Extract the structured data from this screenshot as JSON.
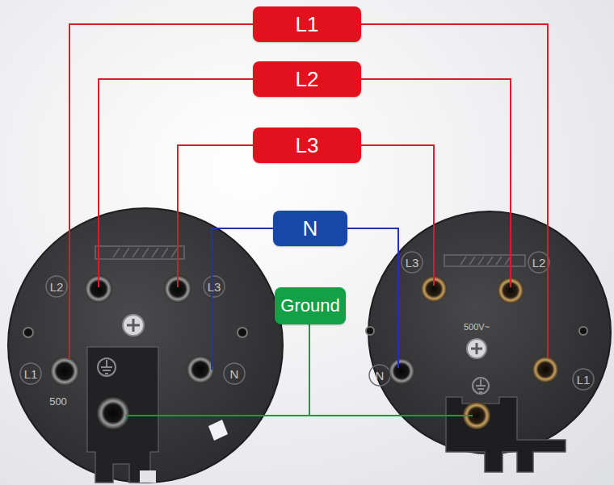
{
  "diagram": {
    "nodes": [
      {
        "text": [
          "L1"
        ]
      },
      {
        "text": [
          "L2"
        ]
      },
      {
        "text": [
          "L3"
        ]
      },
      {
        "text": [
          "N"
        ]
      },
      {
        "text": [
          "Ground"
        ]
      }
    ],
    "labels": [
      "L2",
      "L3",
      "L1",
      "N",
      "500",
      "L3",
      "L2",
      "500V~",
      "N",
      "L1"
    ]
  }
}
